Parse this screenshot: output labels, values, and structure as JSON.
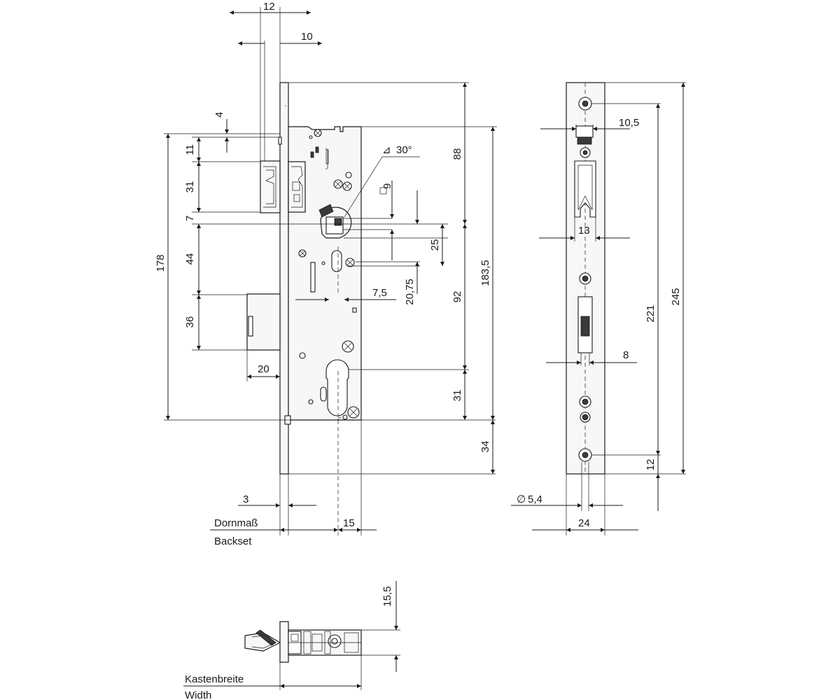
{
  "front_view": {
    "dims": {
      "top_12": "12",
      "top_10": "10",
      "d4": "4",
      "d11": "11",
      "d31_top": "31",
      "d7": "7",
      "d44": "44",
      "d36": "36",
      "d178": "178",
      "d20": "20",
      "angle": "30°",
      "sq9": "9",
      "d25": "25",
      "d20_75": "20,75",
      "d7_5": "7,5",
      "d88": "88",
      "d92": "92",
      "d31_cyl": "31",
      "d183_5": "183,5",
      "d34": "34",
      "d3": "3",
      "d15": "15"
    },
    "labels": {
      "backset_de": "Dornmaß",
      "backset_en": "Backset"
    }
  },
  "side_view": {
    "dims": {
      "d10_5": "10,5",
      "d13": "13",
      "d8": "8",
      "d221": "221",
      "d245": "245",
      "d12": "12",
      "hole": "5,4",
      "d24": "24"
    }
  },
  "bottom_view": {
    "dims": {
      "d15_5": "15,5"
    },
    "labels": {
      "width_de": "Kastenbreite",
      "width_en": "Width"
    }
  }
}
